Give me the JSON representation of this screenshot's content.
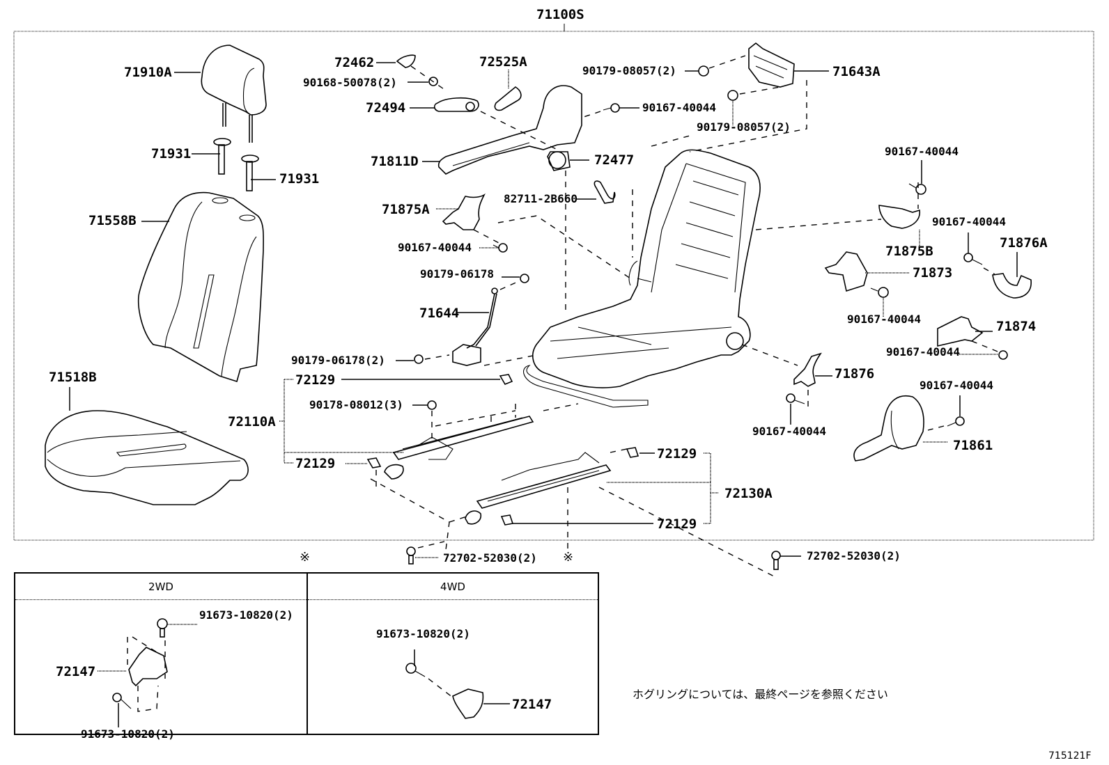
{
  "assembly": {
    "part_number": "71100S",
    "illustration_id": "715121F",
    "note": "ホグリングについては、最終ページを参照ください",
    "reference_mark": "※"
  },
  "labels": {
    "headrest": "71910A",
    "headrest_support_1": "71931",
    "headrest_support_2": "71931",
    "seatback_cover": "71558B",
    "cushion_cover": "71518B",
    "knob_cap": "72462",
    "knob_screw": "90168-50078(2)",
    "recliner_knob": "72494",
    "lever": "72525A",
    "shield": "71811D",
    "cover_72477": "72477",
    "nut_top_1": "90179-08057(2)",
    "bracket_71643A": "71643A",
    "screw_top": "90167-40044",
    "nut_top_2": "90179-08057(2)",
    "clip_82711": "82711-2B660",
    "shield_71875A": "71875A",
    "screw_71875A": "90167-40044",
    "nut_71644": "90179-06178",
    "cable_71644": "71644",
    "nut_71644_2": "90179-06178(2)",
    "track_clip_top": "72129",
    "nut_track": "90178-08012(3)",
    "track_72110A": "72110A",
    "track_clip_bottom": "72129",
    "screw_r1": "90167-40044",
    "shield_71875B": "71875B",
    "screw_r2": "90167-40044",
    "cover_71876A": "71876A",
    "cover_71873": "71873",
    "screw_r3": "90167-40044",
    "cover_71874": "71874",
    "screw_r4": "90167-40044",
    "cover_71876": "71876",
    "screw_r5": "90167-40044",
    "screw_r6": "90167-40044",
    "shield_71861": "71861",
    "track_clip_r1": "72129",
    "track_72130A": "72130A",
    "track_clip_r2": "72129",
    "bolt_left": "72702-52030(2)",
    "bolt_right": "72702-52030(2)"
  },
  "inset": {
    "columns": [
      {
        "header": "2WD",
        "labels": {
          "bolt_top": "91673-10820(2)",
          "bracket": "72147",
          "bolt_bottom": "91673-10820(2)"
        }
      },
      {
        "header": "4WD",
        "labels": {
          "bolt": "91673-10820(2)",
          "bracket": "72147"
        }
      }
    ]
  }
}
